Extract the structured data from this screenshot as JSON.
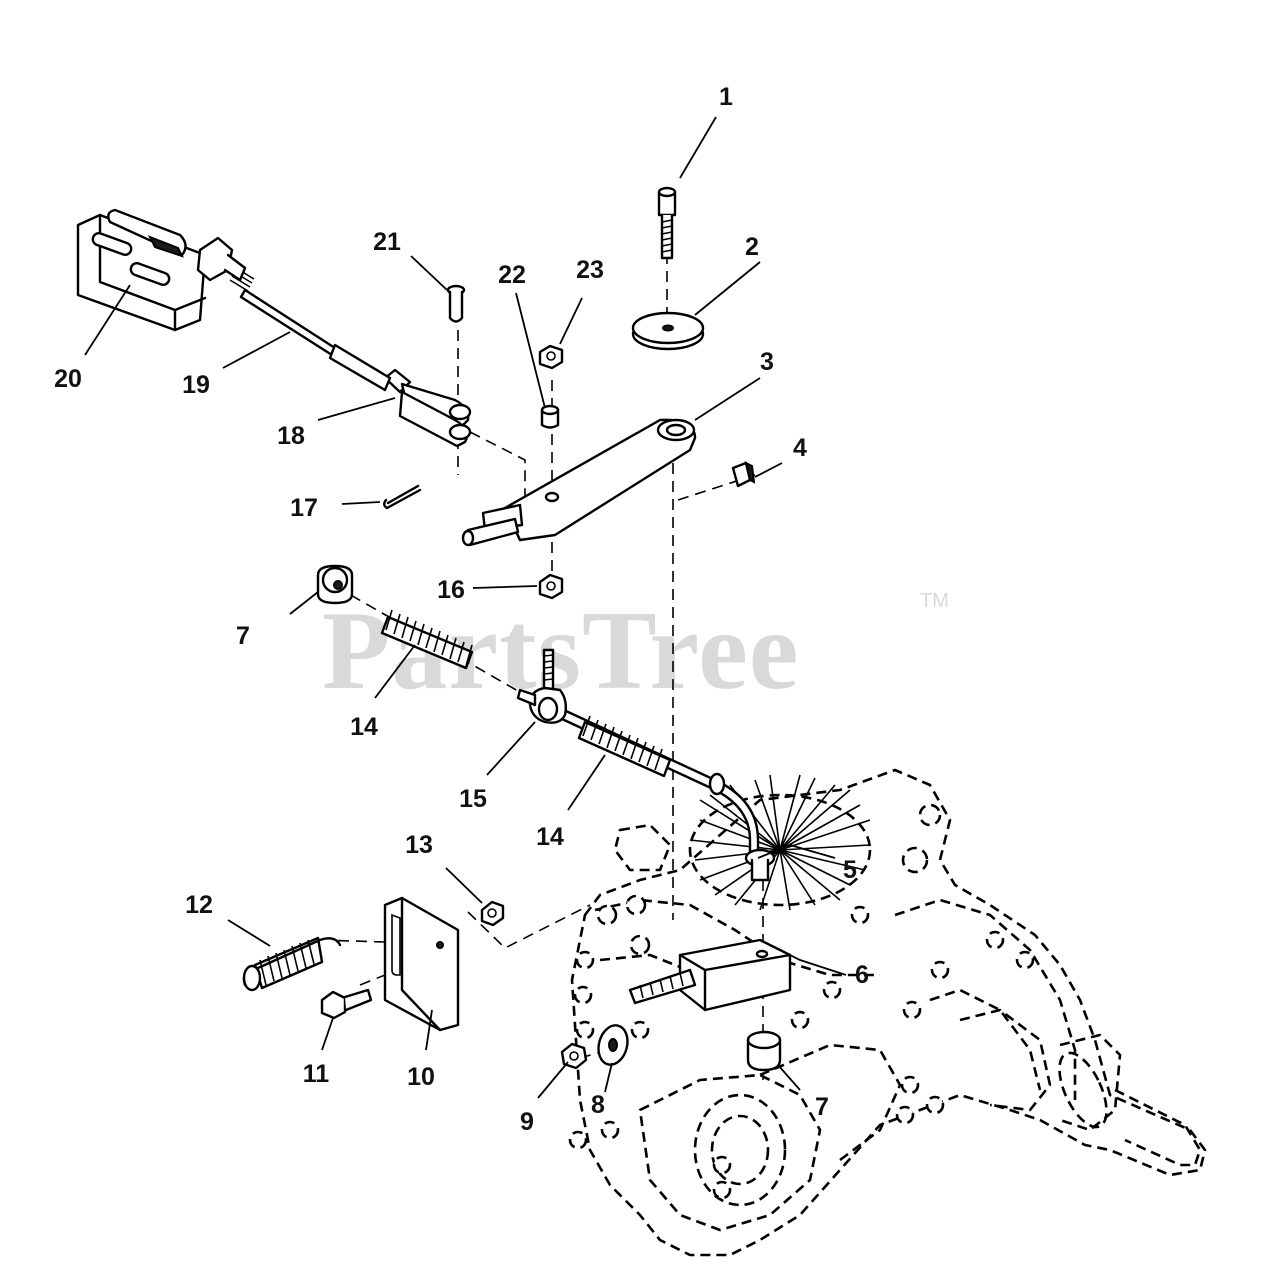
{
  "watermark": {
    "text": "PartsTree",
    "trademark": "TM"
  },
  "callouts": [
    "1",
    "2",
    "3",
    "4",
    "5",
    "6",
    "7",
    "7",
    "8",
    "9",
    "10",
    "11",
    "12",
    "13",
    "14",
    "14",
    "15",
    "16",
    "17",
    "18",
    "19",
    "20",
    "21",
    "22",
    "23"
  ]
}
